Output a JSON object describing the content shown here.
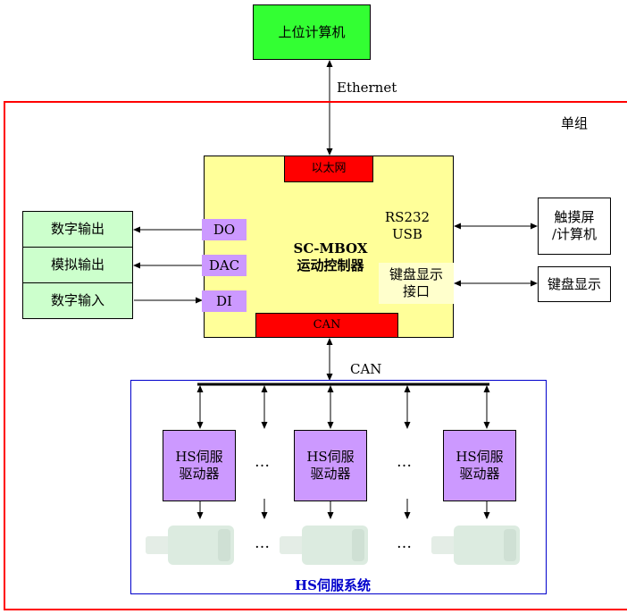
{
  "host": {
    "label": "上位计算机"
  },
  "ethernet_link": {
    "label": "Ethernet"
  },
  "group": {
    "label": "单组"
  },
  "controller": {
    "ethernet_port": "以太网",
    "title_line1": "SC-MBOX",
    "title_line2": "运动控制器",
    "serial_line1": "RS232",
    "serial_line2": "USB",
    "keyboard_line1": "键盘显示",
    "keyboard_line2": "接口",
    "can_port": "CAN",
    "ports": {
      "do": "DO",
      "dac": "DAC",
      "di": "DI"
    }
  },
  "io": {
    "digital_output": "数字输出",
    "analog_output": "模拟输出",
    "digital_input": "数字输入"
  },
  "peripherals": {
    "touchscreen_line1": "触摸屏",
    "touchscreen_line2": "/计算机",
    "keyboard_display": "键盘显示"
  },
  "can_bus": {
    "label": "CAN"
  },
  "servo_system": {
    "title": "HS伺服系统",
    "drive_line1": "HS伺服",
    "drive_line2": "驱动器",
    "ellipsis": "…"
  },
  "colors": {
    "host": "#33ff33",
    "group_border": "#ff0000",
    "controller": "#ffff99",
    "red_port": "#ff0000",
    "purple": "#cc99ff",
    "io_green": "#ccffcc",
    "servo_border": "#0000cc",
    "servo_title": "#0000cc",
    "motor": "#dcebe0"
  }
}
